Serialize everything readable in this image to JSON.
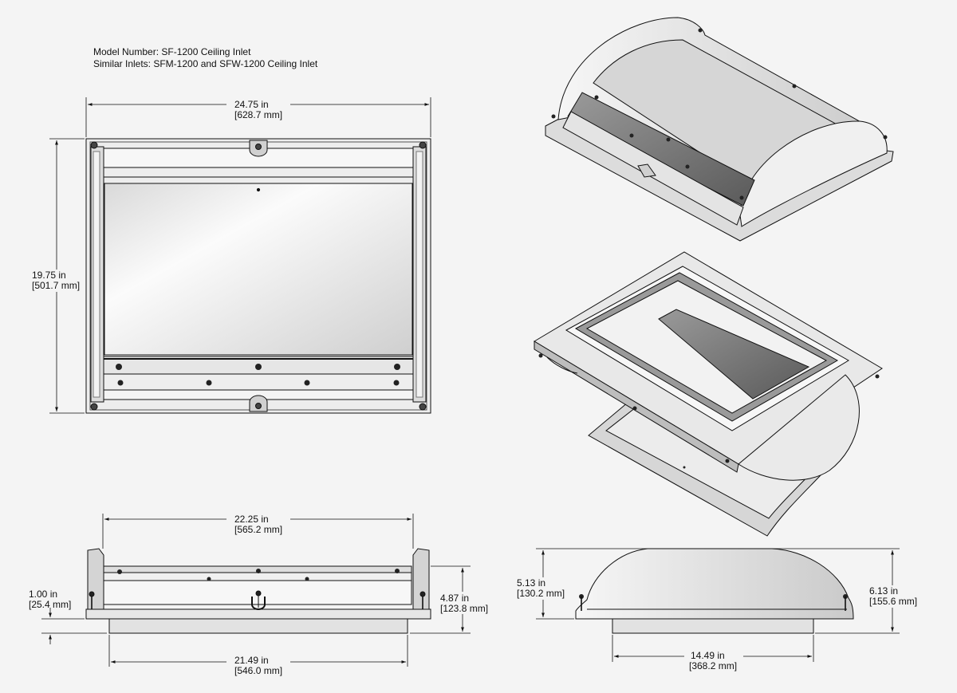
{
  "header": {
    "model_line": "Model Number: SF-1200 Ceiling Inlet",
    "similar_line": "Similar Inlets: SFM-1200 and SFW-1200 Ceiling Inlet"
  },
  "top_view": {
    "width_in": "24.75 in",
    "width_mm": "[628.7 mm]",
    "height_in": "19.75 in",
    "height_mm": "[501.7 mm]"
  },
  "front_view": {
    "top_width_in": "22.25 in",
    "top_width_mm": "[565.2 mm]",
    "flange_in": "1.00 in",
    "flange_mm": "[25.4 mm]",
    "height_in": "4.87 in",
    "height_mm": "[123.8 mm]",
    "bottom_width_in": "21.49 in",
    "bottom_width_mm": "[546.0 mm]"
  },
  "side_view": {
    "left_height_in": "5.13 in",
    "left_height_mm": "[130.2 mm]",
    "right_height_in": "6.13 in",
    "right_height_mm": "[155.6 mm]",
    "width_in": "14.49 in",
    "width_mm": "[368.2 mm]"
  },
  "colors": {
    "background": "#f4f4f4",
    "line": "#111111",
    "part_light": "#f2f2f2",
    "part_mid": "#c8c8c8",
    "part_dark": "#4a4a4a"
  }
}
